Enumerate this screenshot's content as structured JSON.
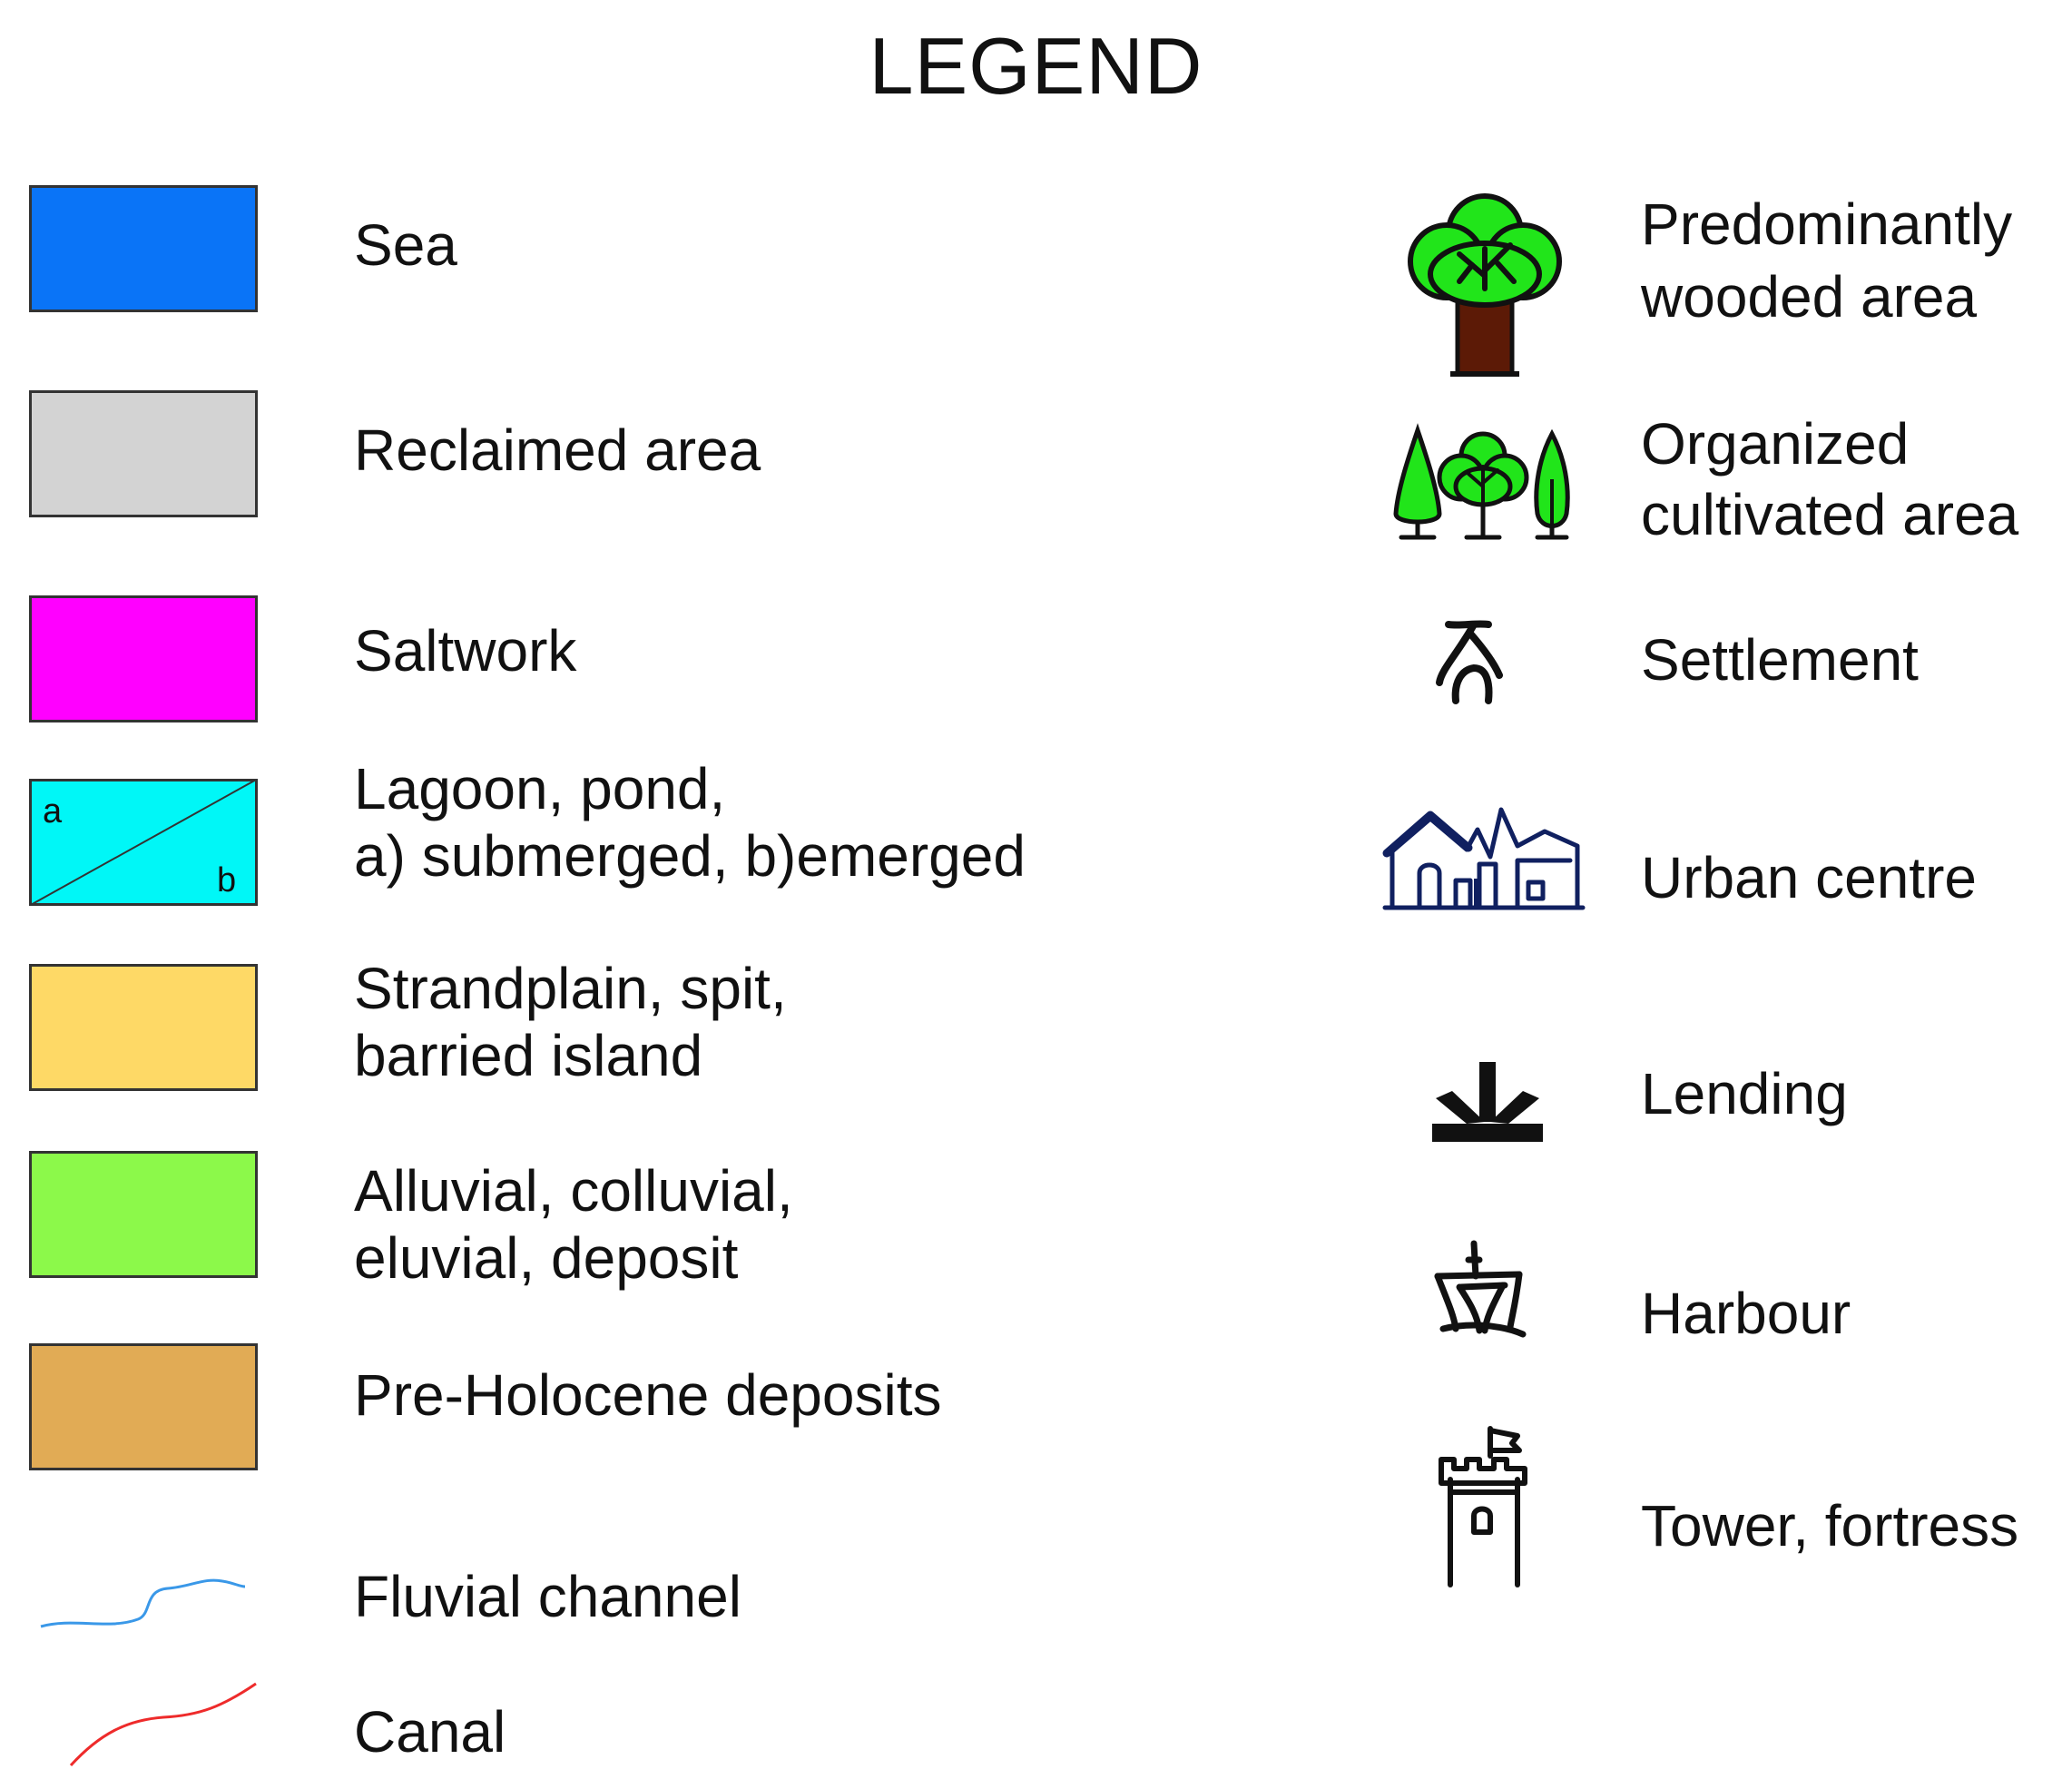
{
  "title": "LEGEND",
  "colors": {
    "sea": "#0a74f7",
    "reclaimed": "#d3d3d3",
    "saltwork": "#ff00ff",
    "lagoon": "#00f7f7",
    "strandplain": "#fed966",
    "alluvial": "#8cf94a",
    "preholocene": "#e1ab55",
    "fluvial": "#3a98e8",
    "canal": "#ee2b2b",
    "wood_green": "#21e51a",
    "trunk": "#5c1a06",
    "urban": "#102060"
  },
  "left_items": [
    {
      "lines": [
        "Sea"
      ]
    },
    {
      "lines": [
        "Reclaimed area"
      ]
    },
    {
      "lines": [
        "Saltwork"
      ]
    },
    {
      "lines": [
        "Lagoon, pond,",
        "a) submerged, b)emerged"
      ],
      "marks": [
        "a",
        "b"
      ]
    },
    {
      "lines": [
        "Strandplain, spit,",
        "barried island"
      ]
    },
    {
      "lines": [
        "Alluvial, colluvial,",
        "eluvial, deposit"
      ]
    },
    {
      "lines": [
        "Pre-Holocene deposits"
      ]
    },
    {
      "lines": [
        "Fluvial channel"
      ]
    },
    {
      "lines": [
        "Canal"
      ]
    }
  ],
  "right_items": [
    {
      "lines": [
        "Predominantly",
        "wooded area"
      ],
      "icon": "tree-icon"
    },
    {
      "lines": [
        "Organized",
        "cultivated area"
      ],
      "icon": "trees-icon"
    },
    {
      "lines": [
        "Settlement"
      ],
      "icon": "settlement-icon"
    },
    {
      "lines": [
        "Urban centre"
      ],
      "icon": "urban-icon"
    },
    {
      "lines": [
        "Lending"
      ],
      "icon": "landing-icon"
    },
    {
      "lines": [
        "Harbour"
      ],
      "icon": "harbour-icon"
    },
    {
      "lines": [
        "Tower, fortress"
      ],
      "icon": "tower-icon"
    }
  ]
}
